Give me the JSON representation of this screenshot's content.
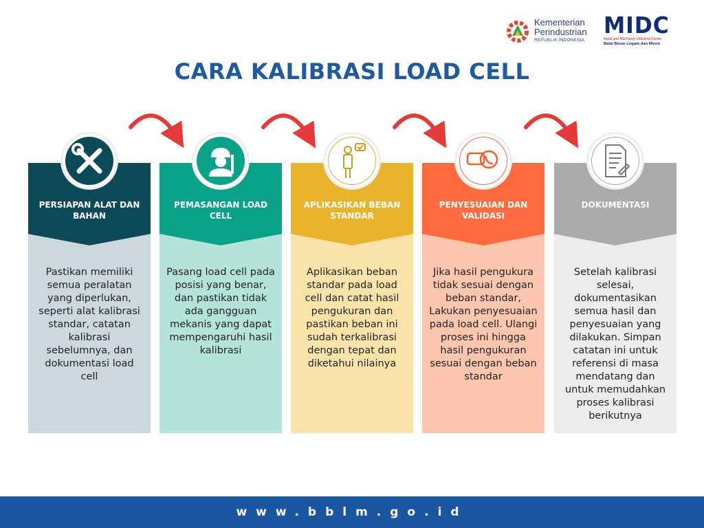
{
  "logos": {
    "kemenperin": {
      "line1": "Kementerian",
      "line2": "Perindustrian",
      "line3": "REPUBLIK INDONESIA"
    },
    "midc": {
      "word": "MIDC",
      "sub1": "Metal and Machinery Industrial Center",
      "sub2": "Balai Besar Logam dan Mesin"
    }
  },
  "title": "CARA KALIBRASI LOAD CELL",
  "colors": {
    "step1": "#0c4a57",
    "step1_body": "#cdd8dc",
    "step2": "#0aa38a",
    "step2_body": "#b4e3da",
    "step3": "#e9b32c",
    "step3_body": "#f9e3a8",
    "step4": "#ff6b3d",
    "step4_body": "#fcc5ad",
    "step5": "#ababab",
    "step5_body": "#ececec",
    "arrow": "#e53a3a",
    "footer": "#1b56a2",
    "title": "#1e5aa0"
  },
  "steps": [
    {
      "icon": "tools-icon",
      "heading": "PERSIAPAN ALAT DAN BAHAN",
      "body": "Pastikan memiliki semua peralatan yang diperlukan, seperti alat kalibrasi standar, catatan kalibrasi sebelumnya, dan dokumentasi load cell"
    },
    {
      "icon": "worker-icon",
      "heading": "PEMASANGAN LOAD CELL",
      "body": "Pasang load cell pada posisi yang benar, dan pastikan tidak ada gangguan mekanis yang dapat mempengaruhi  hasil kalibrasi"
    },
    {
      "icon": "person-checklist-icon",
      "heading": "APLIKASIKAN BEBAN STANDAR",
      "body": "Aplikasikan beban standar pada load cell dan catat hasil pengukuran dan pastikan beban ini sudah terkalibrasi dengan tepat dan diketahui nilainya"
    },
    {
      "icon": "phone-support-icon",
      "heading": "PENYESUAIAN DAN VALIDASI",
      "body": "Jika hasil pengukura tidak sesuai dengan beban standar, Lakukan penyesuaian pada load cell. Ulangi proses ini hingga hasil pengukuran sesuai dengan beban standar"
    },
    {
      "icon": "document-icon",
      "heading": "DOKUMENTASI",
      "body": "Setelah kalibrasi selesai, dokumentasikan semua hasil dan penyesuaian yang dilakukan. Simpan catatan ini  untuk referensi di masa mendatang dan untuk memudahkan proses kalibrasi berikutnya"
    }
  ],
  "footer": {
    "url": "www.bblm.go.id"
  }
}
